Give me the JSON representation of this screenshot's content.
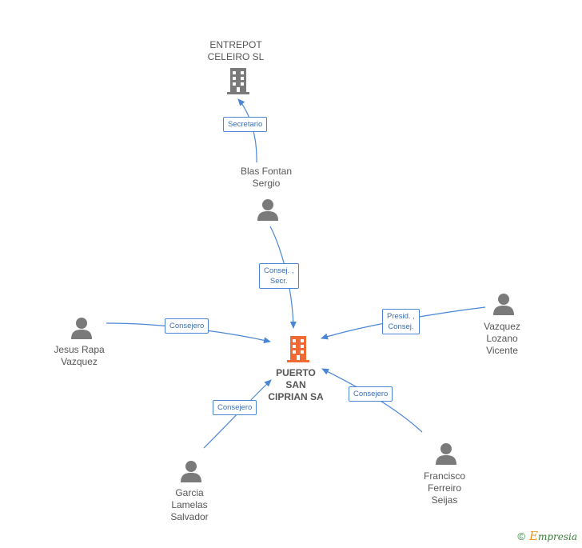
{
  "nodes": {
    "entrepot": {
      "lines": [
        "ENTREPOT",
        "CELEIRO SL"
      ],
      "type": "company"
    },
    "blas": {
      "lines": [
        "Blas Fontan",
        "Sergio"
      ],
      "type": "person"
    },
    "jesus": {
      "lines": [
        "Jesus Rapa",
        "Vazquez"
      ],
      "type": "person"
    },
    "vazquez": {
      "lines": [
        "Vazquez",
        "Lozano",
        "Vicente"
      ],
      "type": "person"
    },
    "puerto": {
      "lines": [
        "PUERTO",
        "SAN",
        "CIPRIAN SA"
      ],
      "type": "main-company"
    },
    "garcia": {
      "lines": [
        "Garcia",
        "Lamelas",
        "Salvador"
      ],
      "type": "person"
    },
    "francisco": {
      "lines": [
        "Francisco",
        "Ferreiro",
        "Seijas"
      ],
      "type": "person"
    }
  },
  "edges": {
    "secretario": {
      "lines": [
        "Secretario"
      ]
    },
    "consej_secr": {
      "lines": [
        "Consej. ,",
        "Secr."
      ]
    },
    "jesus_consejero": {
      "lines": [
        "Consejero"
      ]
    },
    "presid_consej": {
      "lines": [
        "Presid. ,",
        "Consej."
      ]
    },
    "garcia_consejero": {
      "lines": [
        "Consejero"
      ]
    },
    "francisco_consejero": {
      "lines": [
        "Consejero"
      ]
    }
  },
  "colors": {
    "person_icon": "#7a7a7a",
    "company_icon": "#7a7a7a",
    "main_company_icon": "#f06a35",
    "edge": "#4a86d4"
  },
  "footer": {
    "copyright": "©",
    "brand_first": "E",
    "brand_rest": "mpresia"
  }
}
